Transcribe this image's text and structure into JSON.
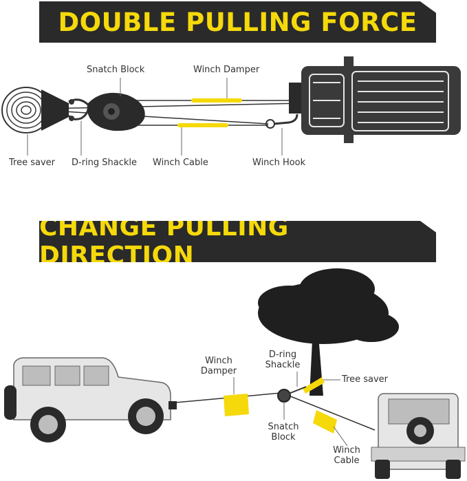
{
  "section1": {
    "title": "DOUBLE PULLING FORCE",
    "labels": {
      "snatch_block": "Snatch Block",
      "winch_damper": "Winch Damper",
      "tree_saver": "Tree saver",
      "d_ring_shackle": "D-ring Shackle",
      "winch_cable": "Winch Cable",
      "winch_hook": "Winch Hook"
    }
  },
  "section2": {
    "title": "CHANGE PULLING DIRECTION",
    "labels": {
      "winch_damper_1": "Winch",
      "winch_damper_2": "Damper",
      "d_ring_1": "D-ring",
      "d_ring_2": "Shackle",
      "tree_saver": "Tree saver",
      "snatch_1": "Snatch",
      "snatch_2": "Block",
      "cable_1": "Winch",
      "cable_2": "Cable"
    }
  },
  "colors": {
    "banner_bg": "#2a2a2a",
    "accent": "#f5d90a",
    "vehicle": "#3a3a3a",
    "vehicle_light": "#e6e6e6"
  }
}
